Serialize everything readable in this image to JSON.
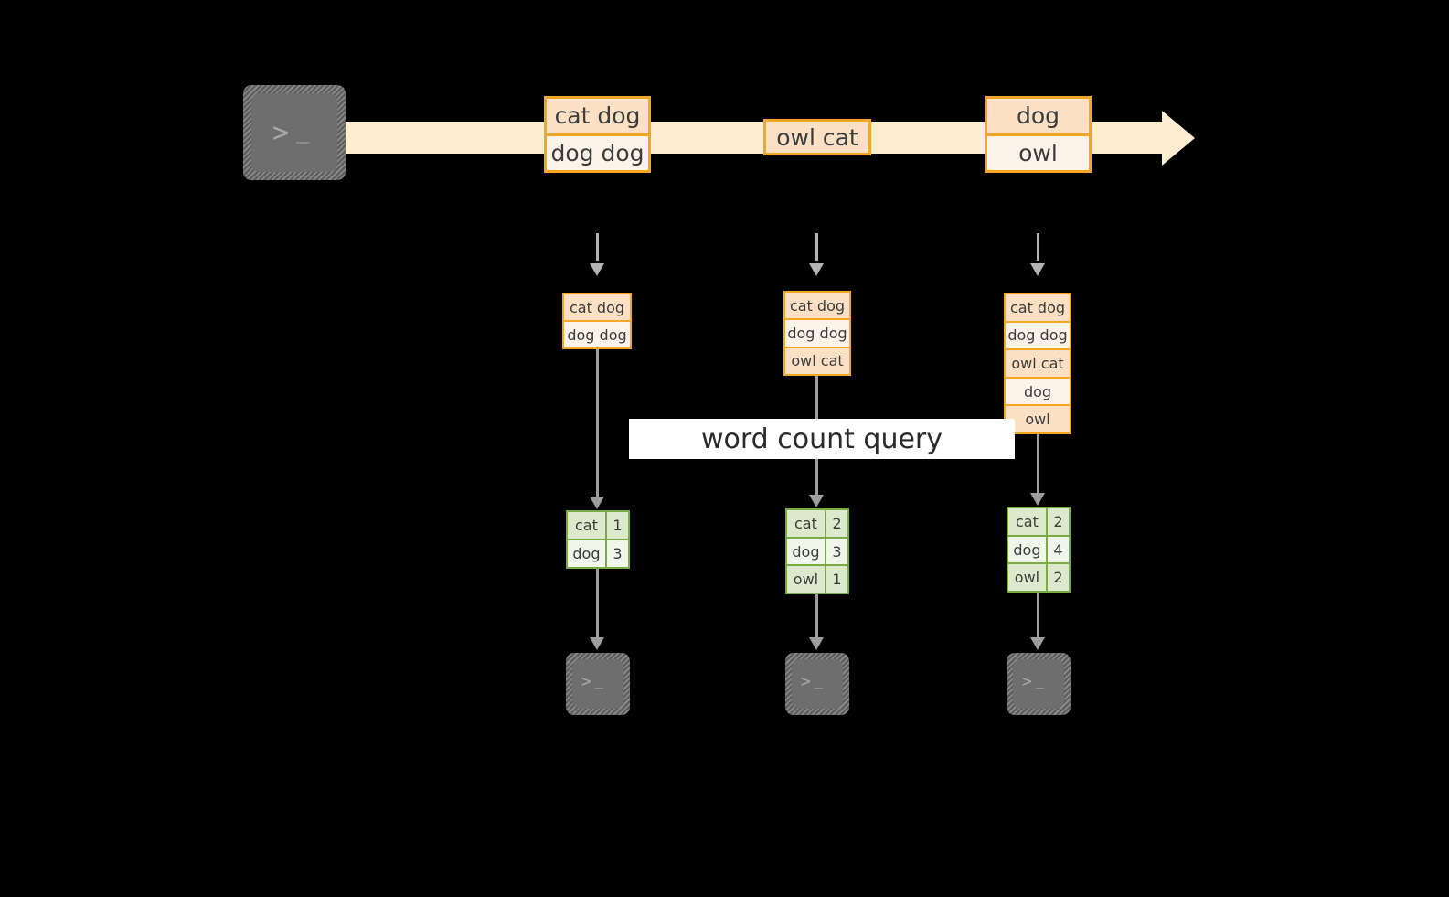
{
  "diagram": {
    "title": "word count query over a text stream",
    "colors": {
      "background": "#000000",
      "stream_band": "#fdeed0",
      "message_border": "#f5a623",
      "message_fill_dark": "#fbe0c4",
      "message_fill_light": "#fdf3e8",
      "result_border": "#7aac44",
      "result_fill_dark": "#dde9cd",
      "result_fill_light": "#f1f6ea",
      "arrow": "#9e9e9e",
      "terminal_face": "#6e6e6e",
      "banner_fill": "#ffffff"
    }
  },
  "source": {
    "icon": "terminal-icon",
    "prompt_chevron": ">",
    "prompt_cursor": "_"
  },
  "stream": {
    "messages": [
      {
        "lines": [
          {
            "text": "cat dog",
            "shade": "dark"
          },
          {
            "text": "dog dog",
            "shade": "light"
          }
        ]
      },
      {
        "lines": [
          {
            "text": "owl cat",
            "shade": "dark"
          }
        ]
      },
      {
        "lines": [
          {
            "text": "dog",
            "shade": "dark"
          },
          {
            "text": "owl",
            "shade": "light"
          }
        ]
      }
    ]
  },
  "query": {
    "label": "word count query"
  },
  "snapshots": [
    {
      "buffer": [
        {
          "text": "cat dog",
          "shade": "dark"
        },
        {
          "text": "dog dog",
          "shade": "light"
        }
      ],
      "result": {
        "rows": [
          {
            "word": "cat",
            "count": "1",
            "shade": "dark"
          },
          {
            "word": "dog",
            "count": "3",
            "shade": "light"
          }
        ]
      },
      "sink": {
        "icon": "terminal-icon",
        "prompt_chevron": ">",
        "prompt_cursor": "_"
      }
    },
    {
      "buffer": [
        {
          "text": "cat dog",
          "shade": "dark"
        },
        {
          "text": "dog dog",
          "shade": "light"
        },
        {
          "text": "owl cat",
          "shade": "dark"
        }
      ],
      "result": {
        "rows": [
          {
            "word": "cat",
            "count": "2",
            "shade": "dark"
          },
          {
            "word": "dog",
            "count": "3",
            "shade": "light"
          },
          {
            "word": "owl",
            "count": "1",
            "shade": "dark"
          }
        ]
      },
      "sink": {
        "icon": "terminal-icon",
        "prompt_chevron": ">",
        "prompt_cursor": "_"
      }
    },
    {
      "buffer": [
        {
          "text": "cat dog",
          "shade": "dark"
        },
        {
          "text": "dog dog",
          "shade": "light"
        },
        {
          "text": "owl cat",
          "shade": "dark"
        },
        {
          "text": "dog",
          "shade": "light"
        },
        {
          "text": "owl",
          "shade": "dark"
        }
      ],
      "result": {
        "rows": [
          {
            "word": "cat",
            "count": "2",
            "shade": "dark"
          },
          {
            "word": "dog",
            "count": "4",
            "shade": "light"
          },
          {
            "word": "owl",
            "count": "2",
            "shade": "dark"
          }
        ]
      },
      "sink": {
        "icon": "terminal-icon",
        "prompt_chevron": ">",
        "prompt_cursor": "_"
      }
    }
  ]
}
